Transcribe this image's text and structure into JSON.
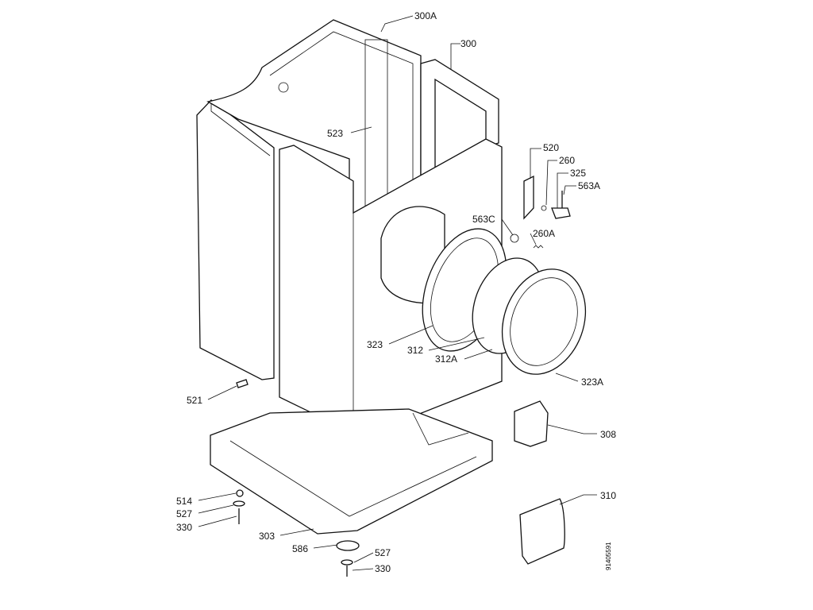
{
  "diagram": {
    "document_number": "91405591",
    "callouts": [
      {
        "id": "300a",
        "text": "300A"
      },
      {
        "id": "300",
        "text": "300"
      },
      {
        "id": "523",
        "text": "523"
      },
      {
        "id": "520",
        "text": "520"
      },
      {
        "id": "260",
        "text": "260"
      },
      {
        "id": "325",
        "text": "325"
      },
      {
        "id": "563a",
        "text": "563A"
      },
      {
        "id": "563c",
        "text": "563C"
      },
      {
        "id": "260a",
        "text": "260A"
      },
      {
        "id": "323",
        "text": "323"
      },
      {
        "id": "312",
        "text": "312"
      },
      {
        "id": "312a",
        "text": "312A"
      },
      {
        "id": "323a",
        "text": "323A"
      },
      {
        "id": "521",
        "text": "521"
      },
      {
        "id": "308",
        "text": "308"
      },
      {
        "id": "514",
        "text": "514"
      },
      {
        "id": "527",
        "text": "527"
      },
      {
        "id": "330",
        "text": "330"
      },
      {
        "id": "303",
        "text": "303"
      },
      {
        "id": "586",
        "text": "586"
      },
      {
        "id": "527b",
        "text": "527"
      },
      {
        "id": "330b",
        "text": "330"
      },
      {
        "id": "310",
        "text": "310"
      }
    ]
  }
}
